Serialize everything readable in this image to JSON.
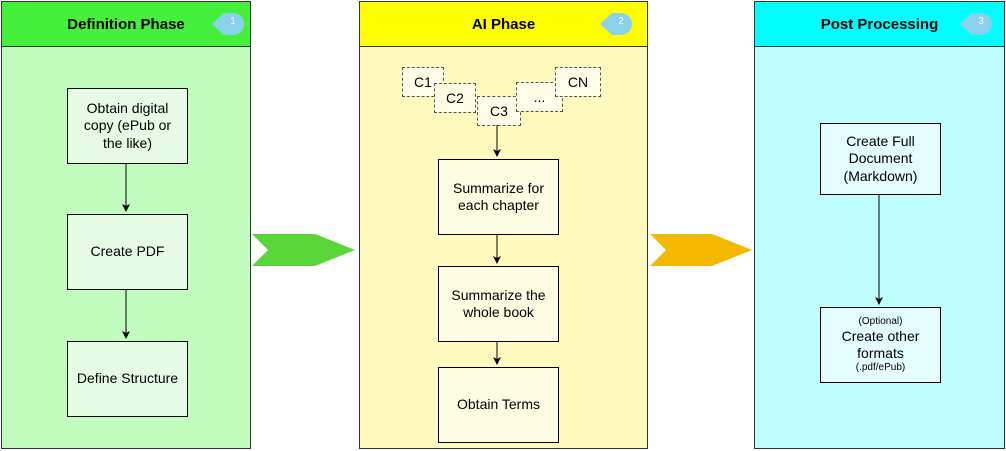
{
  "phases": [
    {
      "title": "Definition Phase",
      "badge": "1",
      "header_color": "#45f03a",
      "body_color": "#c2fcbe",
      "steps": [
        "Obtain digital copy (ePub or the like)",
        "Create PDF",
        "Define Structure"
      ]
    },
    {
      "title": "AI Phase",
      "badge": "2",
      "header_color": "#ffff00",
      "body_color": "#fffbbe",
      "chapters": [
        "C1",
        "C2",
        "C3",
        "...",
        "CN"
      ],
      "steps": [
        "Summarize for each chapter",
        "Summarize the whole book",
        "Obtain Terms"
      ]
    },
    {
      "title": "Post Processing",
      "badge": "3",
      "header_color": "#00feff",
      "body_color": "#bffeff",
      "steps": [
        "Create Full Document (Markdown)"
      ],
      "optional_step": {
        "note": "(Optional)",
        "main": "Create other formats",
        "formats": "(.pdf/ePub)"
      }
    }
  ],
  "colors": {
    "arrow_1": "#5ad53a",
    "arrow_2": "#f5b800",
    "badge": "#8ad1ee"
  }
}
